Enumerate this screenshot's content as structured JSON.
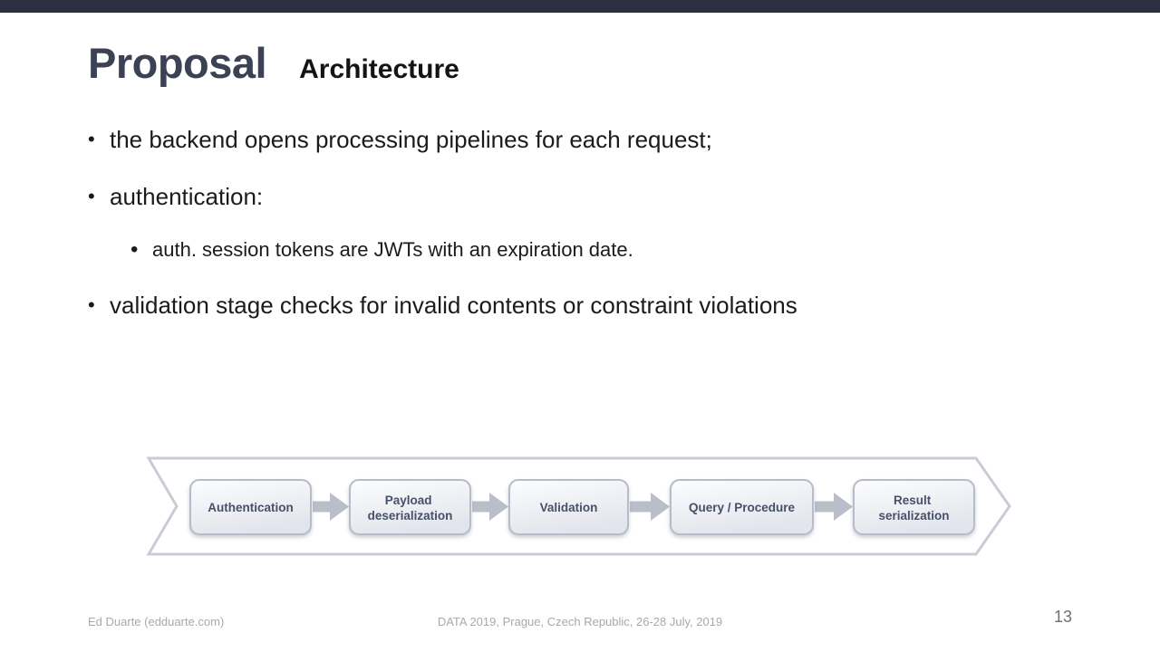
{
  "header": {
    "title": "Proposal",
    "subtitle": "Architecture"
  },
  "bullets": {
    "glyph": "•",
    "items": [
      {
        "level": 1,
        "text": "the backend opens processing pipelines for each request;"
      },
      {
        "level": 1,
        "text": "authentication:"
      },
      {
        "level": 2,
        "text": "auth. session tokens are JWTs with an expiration date."
      },
      {
        "level": 1,
        "text": "validation stage checks for invalid contents or constraint violations"
      }
    ]
  },
  "diagram": {
    "description": "request processing pipeline banner arrow",
    "stages": [
      {
        "label": "Authentication",
        "line1": "Authentication"
      },
      {
        "label": "Payload deserialization",
        "line1": "Payload",
        "line2": "deserialization"
      },
      {
        "label": "Validation",
        "line1": "Validation"
      },
      {
        "label": "Query / Procedure",
        "line1": "Query / Procedure"
      },
      {
        "label": "Result serialization",
        "line1": "Result",
        "line2": "serialization"
      }
    ],
    "colors": {
      "outline": "#c9ccd7",
      "box_border": "#b7bcca",
      "box_fill_top": "#fdfdfe",
      "box_fill_bottom": "#e2e5ec",
      "arrow": "#b9bec9",
      "label_text": "#47506a"
    }
  },
  "footer": {
    "author": "Ed Duarte (edduarte.com)",
    "conference": "DATA 2019, Prague, Czech Republic, 26-28 July, 2019",
    "page_number": "13"
  },
  "colors": {
    "accent_bar": "#2a3042",
    "title": "#3a4254",
    "subtitle": "#141414",
    "body_text": "#1b1b1b",
    "footer_text": "#a9a9a9",
    "page_number_text": "#6f6f6f",
    "background": "#ffffff"
  }
}
